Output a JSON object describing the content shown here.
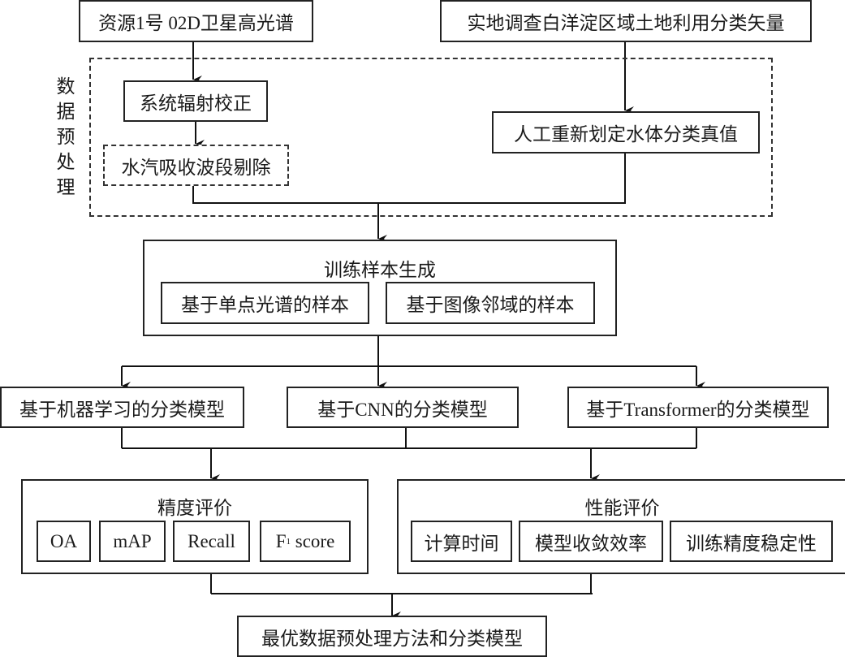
{
  "diagram": {
    "inputs": {
      "hyperspectral": "资源1号 02D卫星高光谱",
      "survey_vector": "实地调查白洋淀区域土地利用分类矢量"
    },
    "preprocessing": {
      "label_chars": [
        "数",
        "据",
        "预",
        "处",
        "理"
      ],
      "radiometric_correction": "系统辐射校正",
      "water_vapor_band_removal": "水汽吸收波段剔除",
      "ground_truth_redefinition": "人工重新划定水体分类真值"
    },
    "sample_generation": {
      "title": "训练样本生成",
      "items": [
        "基于单点光谱的样本",
        "基于图像邻域的样本"
      ]
    },
    "models": [
      "基于机器学习的分类模型",
      "基于CNN的分类模型",
      "基于Transformer的分类模型"
    ],
    "accuracy_evaluation": {
      "title": "精度评价",
      "metrics": [
        "OA",
        "mAP",
        "Recall"
      ],
      "f1_prefix": "F",
      "f1_sub": "1",
      "f1_suffix": " score"
    },
    "performance_evaluation": {
      "title": "性能评价",
      "metrics": [
        "计算时间",
        "模型收敛效率",
        "训练精度稳定性"
      ]
    },
    "output": "最优数据预处理方法和分类模型"
  }
}
